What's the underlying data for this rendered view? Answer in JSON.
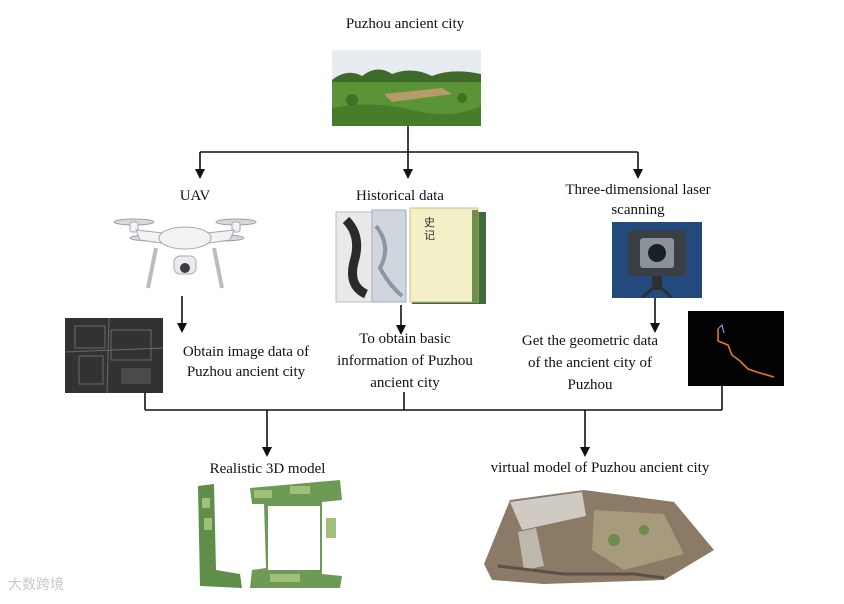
{
  "root": {
    "title": "Puzhou ancient city"
  },
  "branches": {
    "uav": {
      "title": "UAV",
      "result_line1": "Obtain image data of",
      "result_line2": "Puzhou ancient city"
    },
    "historical": {
      "title": "Historical data",
      "book_text": "史记",
      "result_line1": "To obtain basic",
      "result_line2": "information of Puzhou",
      "result_line3": "ancient city"
    },
    "laser": {
      "title_line1": "Three-dimensional laser",
      "title_line2": "scanning",
      "result_line1": "Get the geometric data",
      "result_line2": "of the ancient city of",
      "result_line3": "Puzhou"
    }
  },
  "outputs": {
    "realistic": {
      "title": "Realistic 3D model"
    },
    "virtual": {
      "title": "virtual model of Puzhou ancient city"
    }
  },
  "watermark": {
    "text": "大数跨境"
  },
  "colors": {
    "line": "#111111",
    "grass": "#4c8a2e",
    "sky": "#e9eef3",
    "laser_trace": "#e07a2e"
  }
}
